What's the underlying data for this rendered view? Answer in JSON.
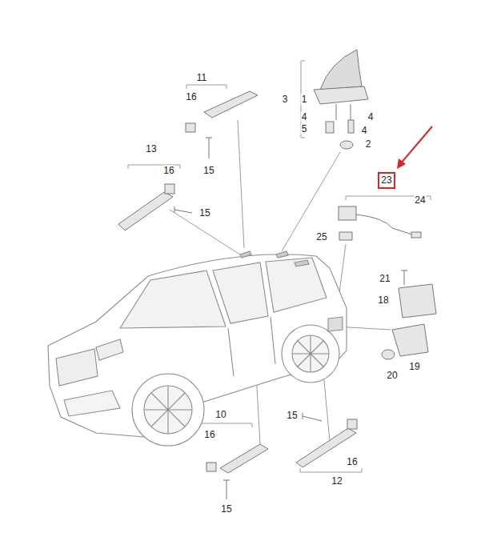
{
  "diagram": {
    "nodes": [
      {
        "text": [
          "23"
        ]
      }
    ],
    "labels": [
      "11",
      "3",
      "1",
      "16",
      "4",
      "4",
      "5",
      "4",
      "2",
      "13",
      "16",
      "15",
      "24",
      "15",
      "25",
      "21",
      "18",
      "19",
      "20",
      "10",
      "15",
      "16",
      "16",
      "12",
      "15"
    ]
  }
}
